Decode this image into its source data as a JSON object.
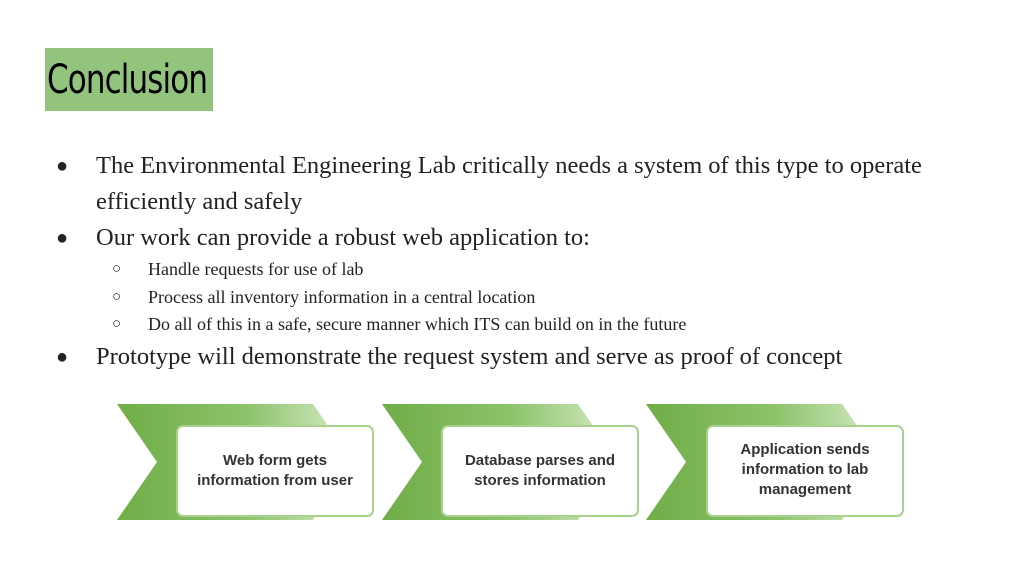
{
  "title": "Conclusion",
  "bullets": [
    {
      "text": "The Environmental Engineering Lab critically needs a system of this type to operate efficiently and safely"
    },
    {
      "text": "Our work can provide a robust web application to:",
      "subitems": [
        "Handle requests for use of lab",
        "Process all inventory information in a central location",
        "Do all of this in a safe, secure manner which ITS can build on in the future"
      ]
    },
    {
      "text": "Prototype will demonstrate the request system and serve as proof of concept"
    }
  ],
  "flow_steps": [
    "Web form gets information from user",
    "Database parses and stores information",
    "Application sends information to lab management"
  ],
  "colors": {
    "title_bg": "#93c47d",
    "chevron": "#70ad47",
    "card_border": "#a9d18e"
  },
  "glyphs": {
    "bullet": "●",
    "subbullet": "○"
  }
}
